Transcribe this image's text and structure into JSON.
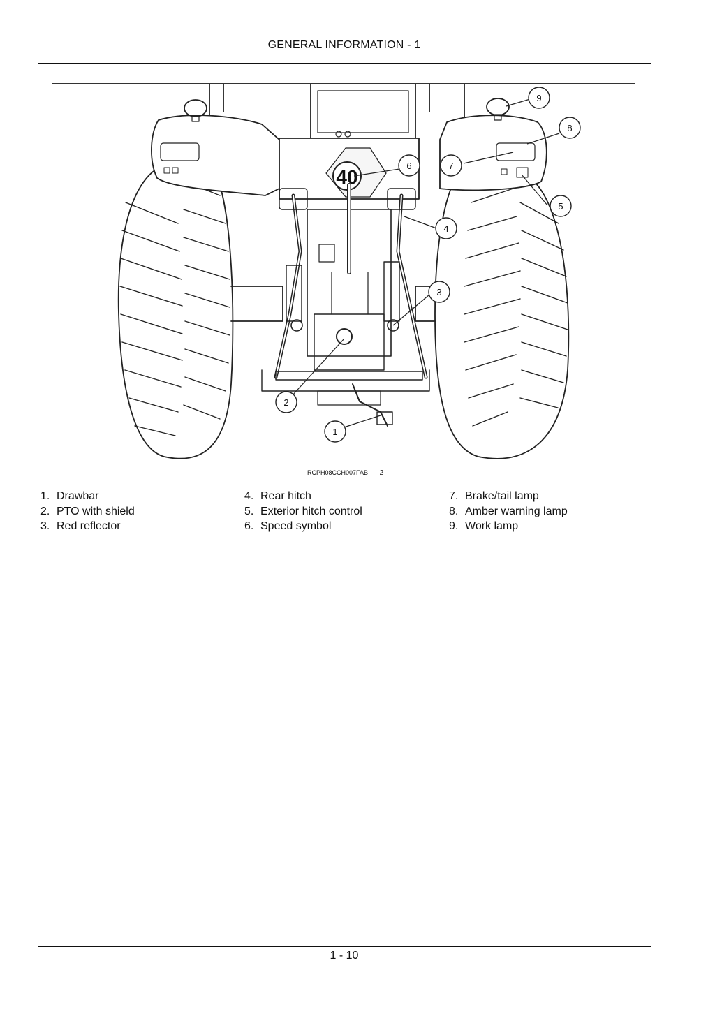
{
  "header": {
    "title": "GENERAL INFORMATION - 1"
  },
  "figure": {
    "id_code": "RCPH08CCH007FAB",
    "number": "2",
    "speed_sign_text": "40",
    "callouts": [
      "1",
      "2",
      "3",
      "4",
      "5",
      "6",
      "7",
      "8",
      "9"
    ]
  },
  "legend": {
    "columns": [
      [
        {
          "num": "1.",
          "label": "Drawbar"
        },
        {
          "num": "2.",
          "label": "PTO with shield"
        },
        {
          "num": "3.",
          "label": "Red reflector"
        }
      ],
      [
        {
          "num": "4.",
          "label": "Rear hitch"
        },
        {
          "num": "5.",
          "label": "Exterior hitch control"
        },
        {
          "num": "6.",
          "label": "Speed symbol"
        }
      ],
      [
        {
          "num": "7.",
          "label": "Brake/tail lamp"
        },
        {
          "num": "8.",
          "label": "Amber warning lamp"
        },
        {
          "num": "9.",
          "label": "Work lamp"
        }
      ]
    ]
  },
  "footer": {
    "page_number": "1 - 10"
  }
}
